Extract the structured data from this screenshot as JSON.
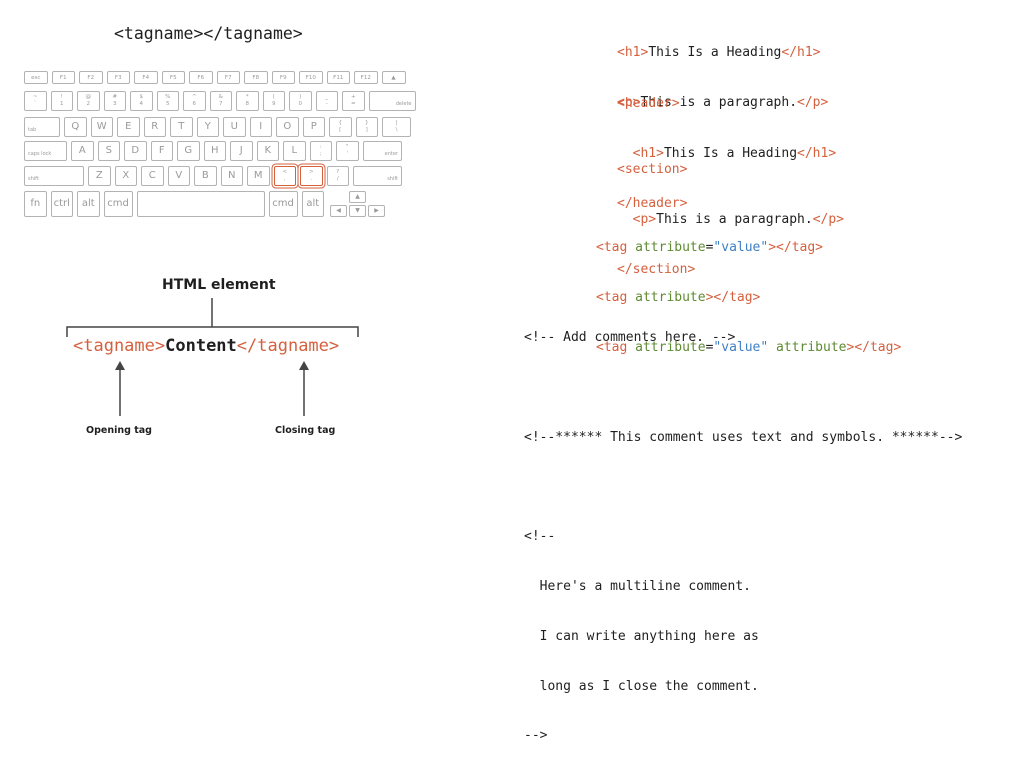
{
  "top_tag": {
    "open": "<tagname>",
    "close": "</tagname>"
  },
  "keyboard": {
    "rows": [
      [
        {
          "m": "esc"
        },
        {
          "m": "F1"
        },
        {
          "m": "F2"
        },
        {
          "m": "F3"
        },
        {
          "m": "F4"
        },
        {
          "m": "F5"
        },
        {
          "m": "F6"
        },
        {
          "m": "F7"
        },
        {
          "m": "F8"
        },
        {
          "m": "F9"
        },
        {
          "m": "F10"
        },
        {
          "m": "F11"
        },
        {
          "m": "F12"
        },
        {
          "m": "▲"
        }
      ],
      [
        {
          "t": "~",
          "b": "`"
        },
        {
          "t": "!",
          "b": "1"
        },
        {
          "t": "@",
          "b": "2"
        },
        {
          "t": "#",
          "b": "3"
        },
        {
          "t": "$",
          "b": "4"
        },
        {
          "t": "%",
          "b": "5"
        },
        {
          "t": "^",
          "b": "6"
        },
        {
          "t": "&",
          "b": "7"
        },
        {
          "t": "*",
          "b": "8"
        },
        {
          "t": "(",
          "b": "9"
        },
        {
          "t": ")",
          "b": "0"
        },
        {
          "t": "_",
          "b": "-"
        },
        {
          "t": "+",
          "b": "="
        },
        {
          "s": "delete"
        }
      ],
      [
        {
          "s": "tab"
        },
        {
          "m": "Q"
        },
        {
          "m": "W"
        },
        {
          "m": "E"
        },
        {
          "m": "R"
        },
        {
          "m": "T"
        },
        {
          "m": "Y"
        },
        {
          "m": "U"
        },
        {
          "m": "I"
        },
        {
          "m": "O"
        },
        {
          "m": "P"
        },
        {
          "t": "{",
          "b": "["
        },
        {
          "t": "}",
          "b": "]"
        },
        {
          "t": "|",
          "b": "\\"
        }
      ],
      [
        {
          "s": "caps lock"
        },
        {
          "m": "A"
        },
        {
          "m": "S"
        },
        {
          "m": "D"
        },
        {
          "m": "F"
        },
        {
          "m": "G"
        },
        {
          "m": "H"
        },
        {
          "m": "J"
        },
        {
          "m": "K"
        },
        {
          "m": "L"
        },
        {
          "t": ":",
          "b": ";"
        },
        {
          "t": "\"",
          "b": "'"
        },
        {
          "s": "enter"
        }
      ],
      [
        {
          "s": "shift"
        },
        {
          "m": "Z"
        },
        {
          "m": "X"
        },
        {
          "m": "C"
        },
        {
          "m": "V"
        },
        {
          "m": "B"
        },
        {
          "m": "N"
        },
        {
          "m": "M"
        },
        {
          "t": "<",
          "b": ","
        },
        {
          "t": ">",
          "b": "."
        },
        {
          "t": "?",
          "b": "/"
        },
        {
          "s": "shift"
        }
      ],
      [
        {
          "m": "fn"
        },
        {
          "m": "ctrl"
        },
        {
          "m": "alt"
        },
        {
          "m": "cmd"
        },
        {
          "m": ""
        },
        {
          "m": "cmd"
        },
        {
          "m": "alt"
        },
        {
          "m": "◀"
        },
        {
          "m": "▲"
        },
        {
          "m": "▼"
        },
        {
          "m": "▶"
        }
      ]
    ],
    "highlighted_keys": [
      "<",
      ">"
    ],
    "highlight_color": "#d4603e"
  },
  "element_diagram": {
    "title": "HTML element",
    "open_tag": "<tagname>",
    "content": "Content",
    "close_tag": "</tagname>",
    "opening_label": "Opening tag",
    "closing_label": "Closing tag"
  },
  "code_examples": {
    "heading_para": [
      {
        "o": "<h1>",
        "x": "This Is a Heading",
        "c": "</h1>"
      },
      {
        "o": "<p>",
        "x": "This is a paragraph.",
        "c": "</p>"
      }
    ],
    "header_block": {
      "open": "<header>",
      "inner_open": "<h1>",
      "inner_text": "This Is a Heading",
      "inner_close": "</h1>",
      "close": "</header>"
    },
    "section_block": {
      "open": "<section>",
      "inner_open": "<p>",
      "inner_text": "This is a paragraph.",
      "inner_close": "</p>",
      "close": "</section>"
    },
    "attributes": [
      {
        "tag_open": "<tag ",
        "attr1": "attribute",
        "eq1": "=",
        "val1": "\"value\"",
        "attr2": "",
        "val2": "",
        "end": "></tag>"
      },
      {
        "tag_open": "<tag ",
        "attr1": "attribute",
        "eq1": "",
        "val1": "",
        "attr2": "",
        "val2": "",
        "end": "></tag>"
      },
      {
        "tag_open": "<tag ",
        "attr1": "attribute",
        "eq1": "=",
        "val1": "\"value\"",
        "attr2": " attribute",
        "val2": "",
        "end": "></tag>"
      }
    ],
    "comments": [
      "<!-- Add comments here. -->",
      "",
      "<!--****** This comment uses text and symbols. ******-->",
      "",
      "<!--",
      "  Here's a multiline comment.",
      "  I can write anything here as",
      "  long as I close the comment.",
      "-->"
    ]
  },
  "colors": {
    "tag": "#d4603e",
    "attribute": "#5e8a32",
    "value": "#3d7fc4",
    "text": "#1f1f1f",
    "key_border": "#b3b3b3"
  }
}
